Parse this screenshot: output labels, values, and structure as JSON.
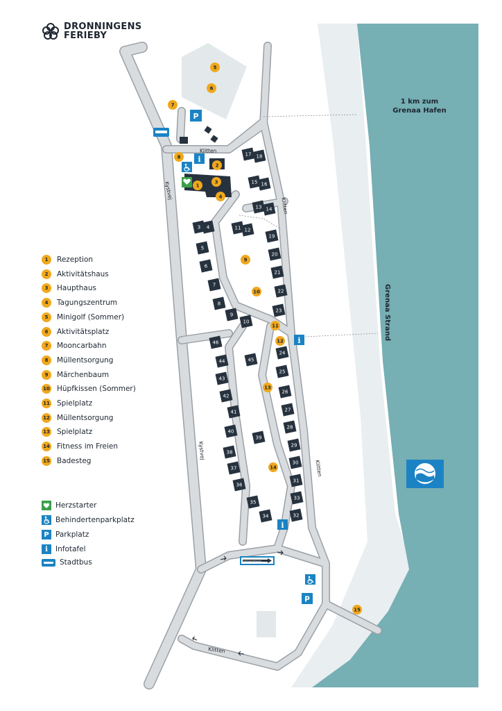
{
  "brand": {
    "line1": "DRONNINGENS",
    "line2": "FERIEBY"
  },
  "legend": [
    {
      "num": "1",
      "label": "Rezeption"
    },
    {
      "num": "2",
      "label": "Aktivitätshaus"
    },
    {
      "num": "3",
      "label": "Haupthaus"
    },
    {
      "num": "4",
      "label": "Tagungszentrum"
    },
    {
      "num": "5",
      "label": "Minigolf (Sommer)"
    },
    {
      "num": "6",
      "label": "Aktivitätsplatz"
    },
    {
      "num": "7",
      "label": "Mooncarbahn"
    },
    {
      "num": "8",
      "label": "Müllentsorgung"
    },
    {
      "num": "9",
      "label": "Märchenbaum"
    },
    {
      "num": "10",
      "label": "Hüpfkissen (Sommer)"
    },
    {
      "num": "11",
      "label": "Spielplatz"
    },
    {
      "num": "12",
      "label": "Müllentsorgung"
    },
    {
      "num": "13",
      "label": "Spielplatz"
    },
    {
      "num": "14",
      "label": "Fitness im Freien"
    },
    {
      "num": "15",
      "label": "Badesteg"
    }
  ],
  "symbols": [
    {
      "icon": "defibrillator-icon",
      "label": "Herzstarter"
    },
    {
      "icon": "wheelchair-icon",
      "label": "Behindertenparkplatz"
    },
    {
      "icon": "parking-icon",
      "label": "Parkplatz",
      "glyph": "P"
    },
    {
      "icon": "info-icon",
      "label": "Infotafel",
      "glyph": "i"
    },
    {
      "icon": "bus-icon",
      "label": "Stadtbus"
    }
  ],
  "map_labels": {
    "hafen_line1": "1 km zum",
    "hafen_line2": "Grenaa Hafen",
    "strand": "Grenaa Strand",
    "road_klitten": "Klitten",
    "road_kystvej": "Kystvej",
    "exit_sign": "Einbahnstrasse"
  },
  "houses": [
    "1",
    "2",
    "3",
    "4",
    "5",
    "6",
    "7",
    "8",
    "9",
    "10",
    "11",
    "12",
    "13",
    "14",
    "15",
    "16",
    "17",
    "18",
    "19",
    "20",
    "21",
    "22",
    "23",
    "24",
    "25",
    "26",
    "27",
    "28",
    "29",
    "30",
    "31",
    "32",
    "33",
    "34",
    "35",
    "36",
    "37",
    "38",
    "39",
    "40",
    "41",
    "42",
    "43",
    "44",
    "45",
    "46"
  ],
  "colors": {
    "sea": "#76afb4",
    "beach": "#e9eef0",
    "road": "#d9dcdf",
    "road_edge": "#9aa0a6",
    "house": "#27323f",
    "marker": "#f0a81c",
    "symbol_blue": "#1b83c4",
    "heart_green": "#3aa04a",
    "text": "#1d2530"
  }
}
